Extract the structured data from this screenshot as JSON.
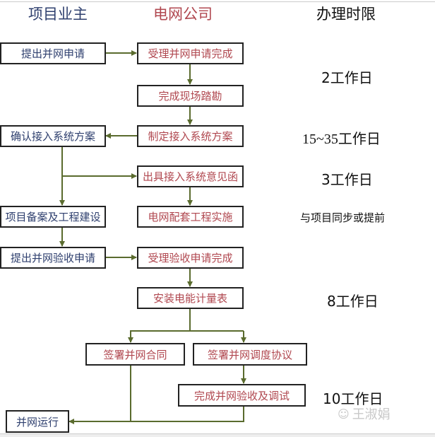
{
  "headers": {
    "owner": "项目业主",
    "grid": "电网公司",
    "time": "办理时限"
  },
  "owner_steps": [
    "提出并网申请",
    "确认接入系统方案",
    "项目备案及工程建设",
    "提出并网验收申请",
    "并网运行"
  ],
  "grid_steps": [
    "受理并网申请完成",
    "完成现场踏勘",
    "制定接入系统方案",
    "出具接入系统意见函",
    "电网配套工程实施",
    "受理验收申请完成",
    "安装电能计量表",
    "签署并网合同",
    "签署并网调度协议",
    "完成并网验收及调试"
  ],
  "time_limits": [
    "2工作日",
    "15~35工作日",
    "3工作日",
    "与项目同步或提前",
    "8工作日",
    "10工作日"
  ],
  "watermark": "王淑娟",
  "colors": {
    "owner_text": "#2e3f6e",
    "grid_text": "#b0474f",
    "connector": "#5a6b2e"
  }
}
